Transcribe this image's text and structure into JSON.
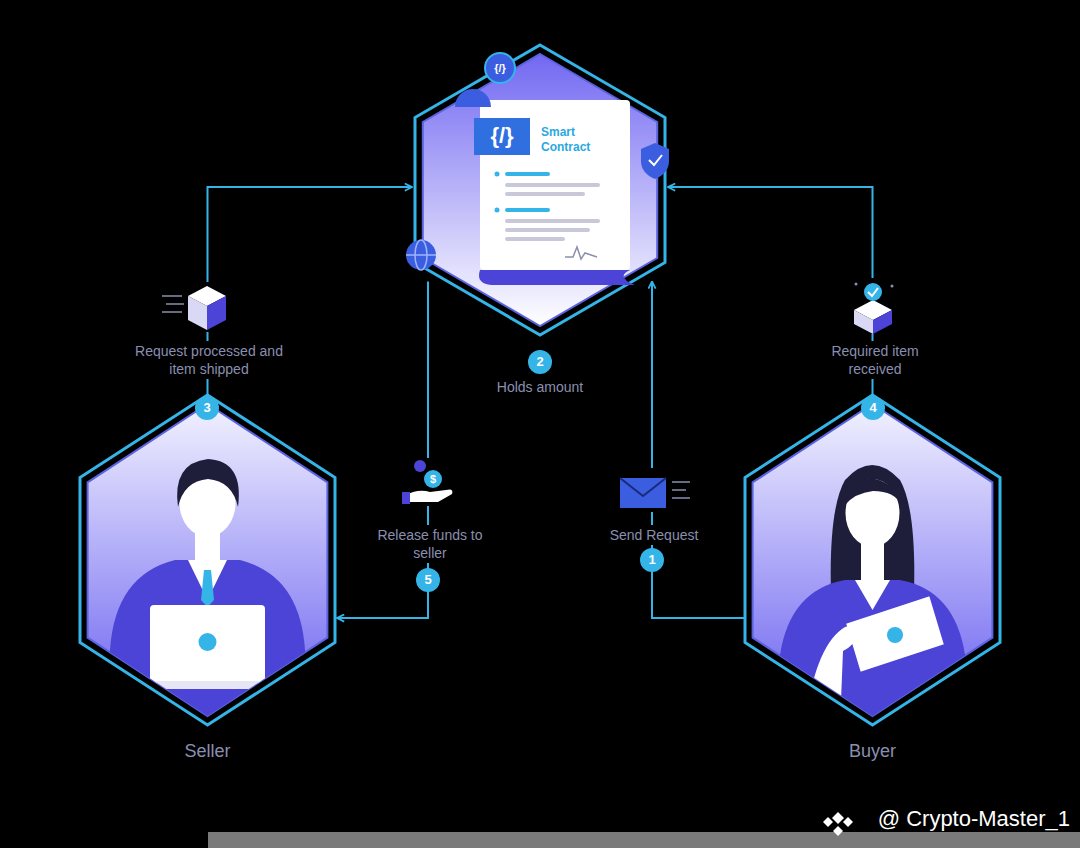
{
  "diagram": {
    "nodes": [
      {
        "text": [
          "Smart Contract"
        ]
      },
      {
        "text": [
          "Seller"
        ]
      },
      {
        "text": [
          "Buyer"
        ]
      }
    ],
    "edges": [
      {
        "from": 2,
        "to": 0,
        "label": "Send Request",
        "arrow": "to"
      },
      {
        "from": 1,
        "to": 0,
        "label": "Request processed and item shipped",
        "arrow": "to"
      },
      {
        "from": 2,
        "to": 0,
        "label": "Required item received",
        "arrow": "to"
      },
      {
        "from": 0,
        "to": 1,
        "label": "Release funds to seller",
        "arrow": "to"
      }
    ],
    "labels": [
      "1",
      "2",
      "3",
      "4",
      "5",
      "Holds amount",
      "{/}",
      "{/}",
      "$",
      "@ Crypto-Master_1"
    ]
  }
}
